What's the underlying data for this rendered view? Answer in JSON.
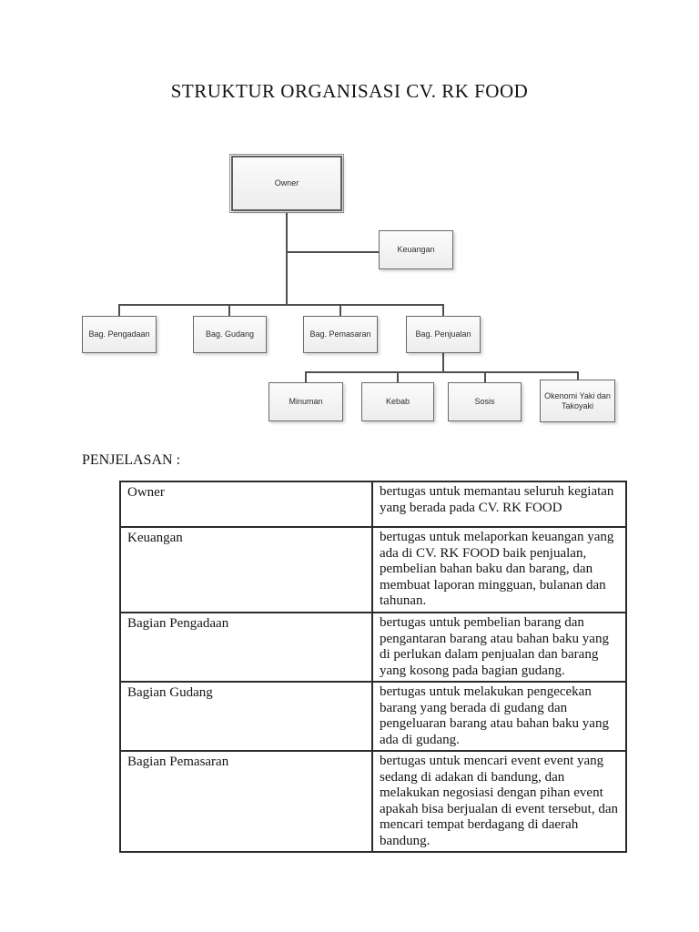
{
  "page": {
    "title": "STRUKTUR ORGANISASI CV. RK FOOD",
    "section_heading": "PENJELASAN :"
  },
  "org_chart": {
    "nodes": {
      "owner": "Owner",
      "keuangan": "Keuangan",
      "pengadaan": "Bag. Pengadaan",
      "gudang": "Bag. Gudang",
      "pemasaran": "Bag. Pemasaran",
      "penjualan": "Bag. Penjualan",
      "minuman": "Minuman",
      "kebab": "Kebab",
      "sosis": "Sosis",
      "okenomi": "Okenomi Yaki dan Takoyaki"
    },
    "colors": {
      "box_fill_top": "#fbfbfb",
      "box_fill_bottom": "#ededed",
      "box_border": "#696969",
      "connector_line": "#4f4f4f"
    }
  },
  "table": {
    "rows": [
      {
        "term": "Owner",
        "description": "bertugas untuk memantau seluruh kegiatan yang berada pada CV. RK FOOD"
      },
      {
        "term": "Keuangan",
        "description": "bertugas untuk melaporkan keuangan yang ada di CV. RK FOOD baik penjualan, pembelian bahan baku dan barang, dan membuat laporan mingguan, bulanan dan tahunan."
      },
      {
        "term": "Bagian Pengadaan",
        "description": "bertugas untuk pembelian barang dan pengantaran barang atau bahan baku yang di perlukan dalam penjualan dan barang yang kosong pada bagian gudang."
      },
      {
        "term": "Bagian Gudang",
        "description": "bertugas untuk melakukan pengecekan barang yang berada di gudang dan pengeluaran barang atau bahan baku yang ada di gudang."
      },
      {
        "term": "Bagian Pemasaran",
        "description": "bertugas untuk mencari event event yang sedang di adakan di bandung, dan melakukan negosiasi dengan pihan event apakah bisa berjualan di event tersebut, dan mencari tempat berdagang di daerah bandung."
      }
    ]
  }
}
